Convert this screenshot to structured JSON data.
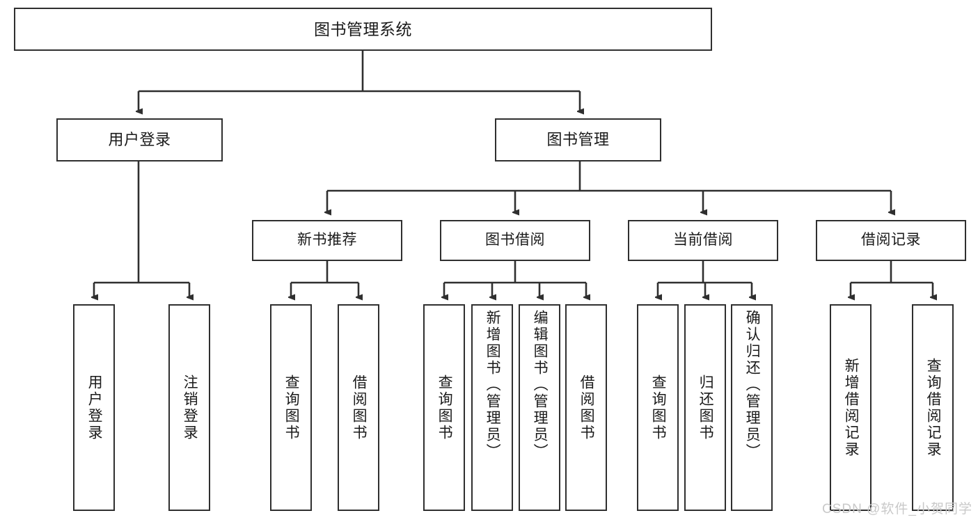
{
  "diagram": {
    "type": "tree-hierarchy",
    "root": {
      "label": "图书管理系统"
    },
    "level2": [
      {
        "label": "用户登录"
      },
      {
        "label": "图书管理"
      }
    ],
    "level3": [
      {
        "label": "新书推荐"
      },
      {
        "label": "图书借阅"
      },
      {
        "label": "当前借阅"
      },
      {
        "label": "借阅记录"
      }
    ],
    "leaves": {
      "user_login": [
        {
          "label": "用户登录"
        },
        {
          "label": "注销登录"
        }
      ],
      "new_book_recommend": [
        {
          "label": "查询图书"
        },
        {
          "label": "借阅图书"
        }
      ],
      "book_borrow": [
        {
          "label": "查询图书"
        },
        {
          "label": "新增图书（管理员）"
        },
        {
          "label": "编辑图书（管理员）"
        },
        {
          "label": "借阅图书"
        }
      ],
      "current_borrow": [
        {
          "label": "查询图书"
        },
        {
          "label": "归还图书"
        },
        {
          "label": "确认归还（管理员）"
        }
      ],
      "borrow_record": [
        {
          "label": "新增借阅记录"
        },
        {
          "label": "查询借阅记录"
        }
      ]
    }
  },
  "watermark": {
    "text": "CSDN @软件_小贺同学"
  },
  "colors": {
    "stroke": "#2f2f2f",
    "fill": "#ffffff",
    "text": "#1a1a1a",
    "watermark": "#c9c9c9"
  }
}
